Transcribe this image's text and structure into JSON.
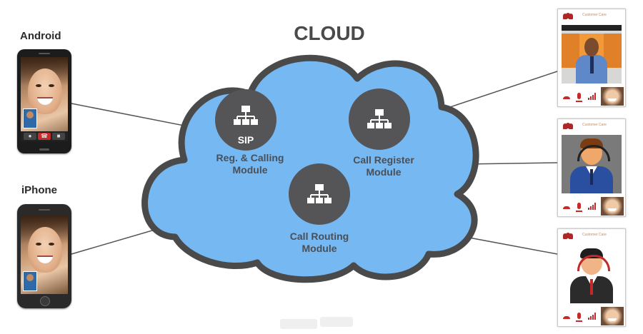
{
  "cloud": {
    "title": "CLOUD",
    "fill": "#76b9f2",
    "stroke": "#4a4a4a"
  },
  "modules": [
    {
      "badge": "SIP",
      "label_lines": [
        "Reg. & Calling",
        "Module"
      ],
      "icon": "network-hierarchy-icon"
    },
    {
      "label_lines": [
        "Call Register",
        "Module"
      ],
      "icon": "network-hierarchy-icon"
    },
    {
      "label_lines": [
        "Call Routing",
        "Module"
      ],
      "icon": "network-hierarchy-icon"
    }
  ],
  "module_style": {
    "circle": "#555558",
    "text": "#4a4f57"
  },
  "devices": {
    "android": {
      "label": "Android"
    },
    "iphone": {
      "label": "iPhone"
    }
  },
  "agents": [
    {
      "title": "Customer Care",
      "icon": "people-icon",
      "video": "live-agent-video"
    },
    {
      "title": "Customer Care",
      "icon": "people-icon",
      "video": "agent-avatar-blue"
    },
    {
      "title": "Customer Care",
      "icon": "people-icon",
      "video": "agent-avatar-black"
    }
  ],
  "accent": "#c62b2b",
  "connector_color": "#555555"
}
